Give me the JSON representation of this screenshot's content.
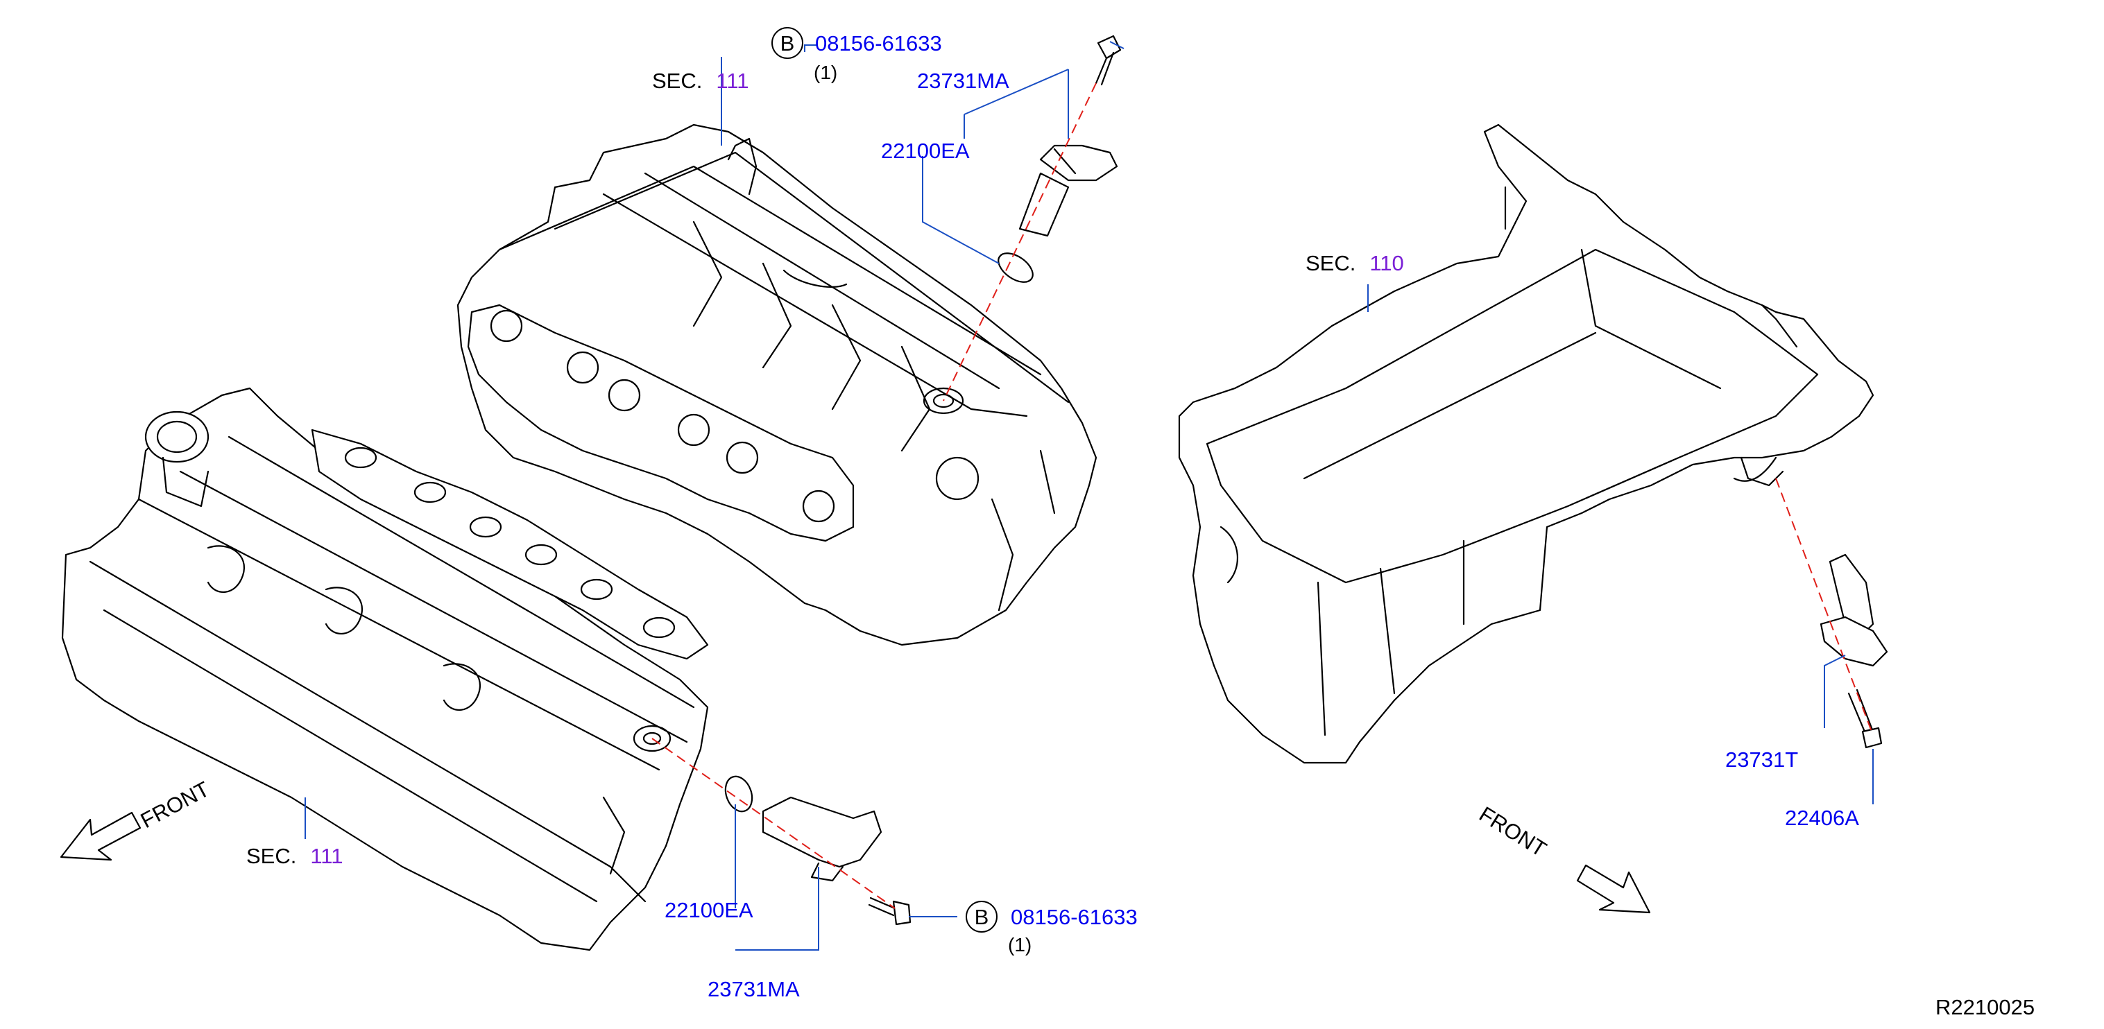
{
  "diagram": {
    "reference": "R2210025",
    "sections": [
      {
        "prefix": "SEC.",
        "number": "111"
      },
      {
        "prefix": "SEC.",
        "number": "111"
      },
      {
        "prefix": "SEC.",
        "number": "110"
      }
    ],
    "callouts": {
      "bolt_top": {
        "circle": "B",
        "part": "08156-61633",
        "qty": "(1)"
      },
      "bolt_bottom": {
        "circle": "B",
        "part": "08156-61633",
        "qty": "(1)"
      },
      "sensor_top": "23731MA",
      "oring_top": "22100EA",
      "oring_bottom": "22100EA",
      "sensor_bottom": "23731MA",
      "crank_sensor": "23731T",
      "crank_bolt": "22406A"
    },
    "front_labels": [
      "FRONT",
      "FRONT"
    ],
    "colors": {
      "part_number": "#0000ee",
      "section_number": "#7a1fd6",
      "leader_line": "#1a4fc4",
      "phantom_line": "#e0201a"
    }
  }
}
